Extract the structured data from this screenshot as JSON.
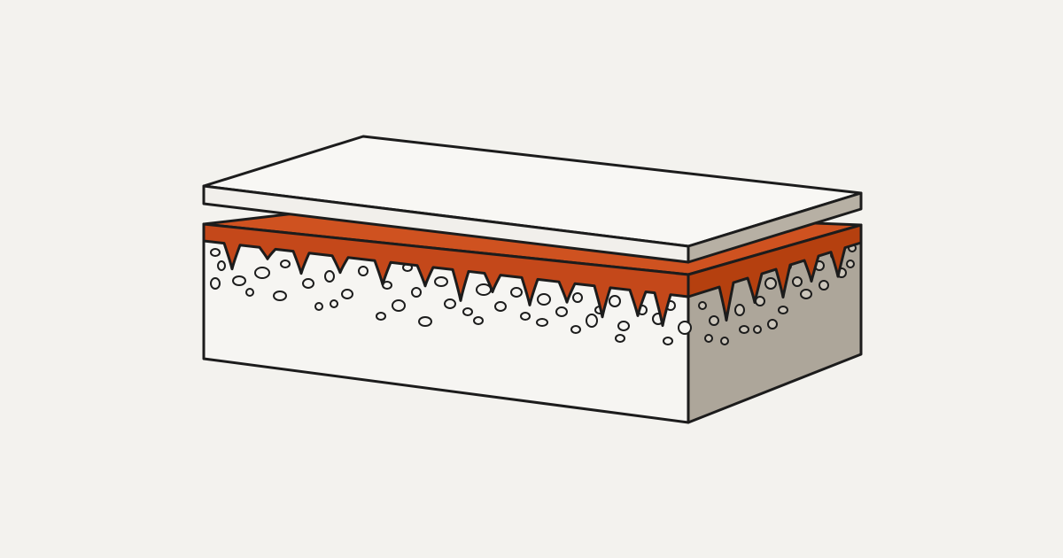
{
  "colors": {
    "background": "#f3f2ee",
    "outline": "#1c1c1c",
    "substrate_front": "#f6f5f2",
    "substrate_side": "#ada69a",
    "adhesive_front": "#c4481a",
    "adhesive_side": "#b5400f",
    "adhesive_top": "#cf5220",
    "tile_top": "#f8f7f4",
    "tile_front": "#f1efeb",
    "tile_side": "#b7b0a4"
  },
  "layers": [
    {
      "id": "tile",
      "kind": "top-slab"
    },
    {
      "id": "adhesive",
      "kind": "bonding-layer"
    },
    {
      "id": "substrate",
      "kind": "porous-base"
    }
  ]
}
